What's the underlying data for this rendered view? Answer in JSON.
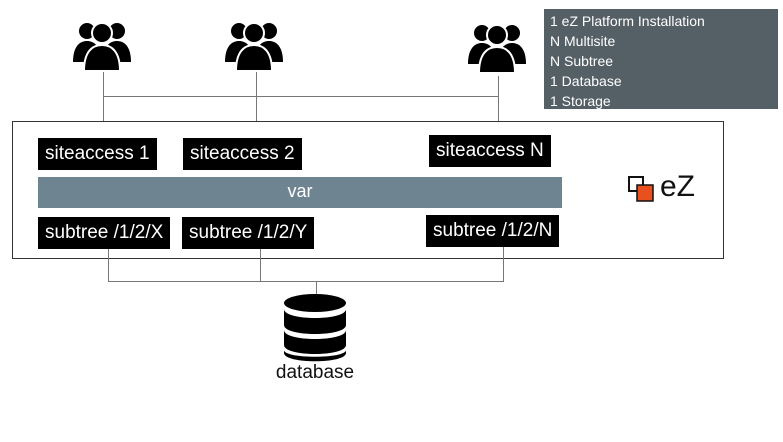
{
  "legend": {
    "lines": [
      "1 eZ Platform Installation",
      "N Multisite",
      "N Subtree",
      "1 Database",
      "1 Storage"
    ]
  },
  "siteaccess": [
    "siteaccess 1",
    "siteaccess 2",
    "siteaccess N"
  ],
  "var_label": "var",
  "subtrees": [
    "subtree /1/2/X",
    "subtree /1/2/Y",
    "subtree /1/2/N"
  ],
  "database_label": "database",
  "logo_text": "eZ",
  "colors": {
    "legend_bg": "#555f66",
    "var_bar": "#6e8491",
    "label_bg": "#000000",
    "logo_accent": "#e8501e"
  },
  "icons": [
    "users-icon",
    "database-icon",
    "ez-logo-icon"
  ]
}
